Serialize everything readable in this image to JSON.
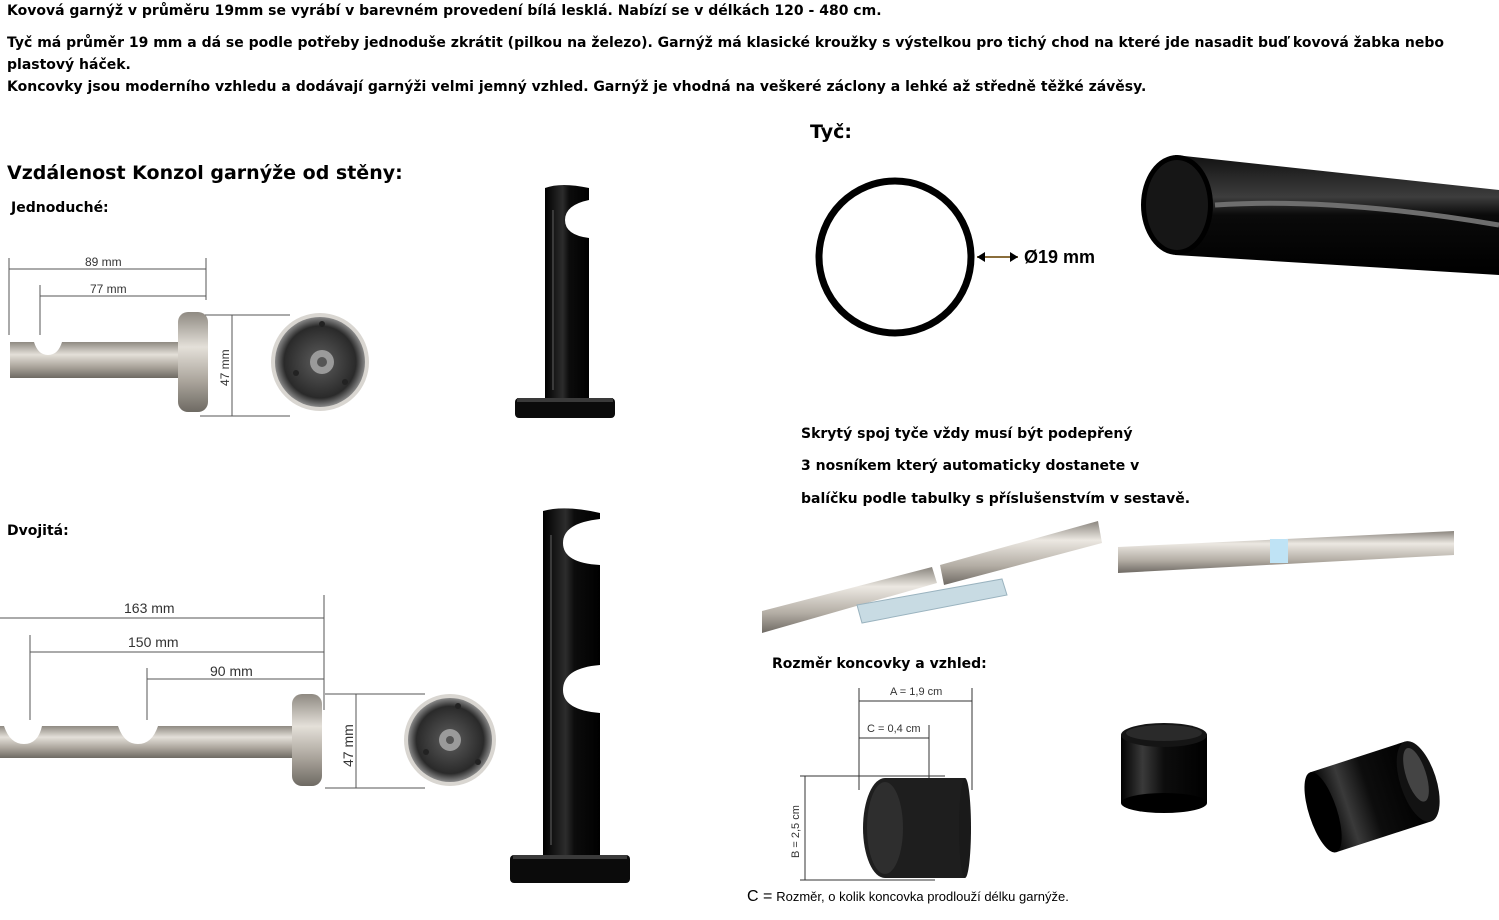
{
  "intro": {
    "line1": "Kovová garnýž v průměru 19mm se vyrábí v barevném provedení bílá lesklá. Nabízí se v délkách 120 - 480 cm.",
    "line2": "Tyč má průměr 19 mm a dá se podle potřeby jednoduše zkrátit (pilkou na železo). Garnýž má klasické kroužky s výstelkou pro tichý chod na které jde nasadit buď kovová žabka nebo plastový háček.",
    "line3": "Koncovky jsou moderního vzhledu a dodávají garnýži velmi jemný vzhled. Garnýž je vhodná na veškeré záclony a lehké až středně těžké závěsy."
  },
  "brackets": {
    "heading": "Vzdálenost Konzol garnýže od stěny:",
    "single": {
      "label": "Jednoduché:",
      "dim_outer": "89 mm",
      "dim_inner": "77 mm",
      "dim_height": "47 mm"
    },
    "double": {
      "label": "Dvojitá:",
      "dim_outer": "163 mm",
      "dim_middle": "150 mm",
      "dim_inner": "90 mm",
      "dim_height": "47 mm"
    }
  },
  "rod": {
    "heading": "Tyč:",
    "diameter": "Ø19 mm",
    "joint_note": {
      "line1": "Skrytý spoj tyče vždy musí být podepřený",
      "line2": "3 nosníkem který automaticky dostanete v",
      "line3": "balíčku podle tabulky s příslušenstvím v sestavě."
    }
  },
  "endcap": {
    "heading": "Rozměr koncovky a vzhled:",
    "dim_a": "A = 1,9 cm",
    "dim_c": "C = 0,4 cm",
    "dim_b": "B = 2,5 cm",
    "footnote_prefix": "C =",
    "footnote_text": "Rozměr, o kolik koncovka prodlouží délku garnýže."
  },
  "colors": {
    "rod_black": "#0a0a0a",
    "steel": "#b8b3ab",
    "dim_line": "#555555"
  }
}
